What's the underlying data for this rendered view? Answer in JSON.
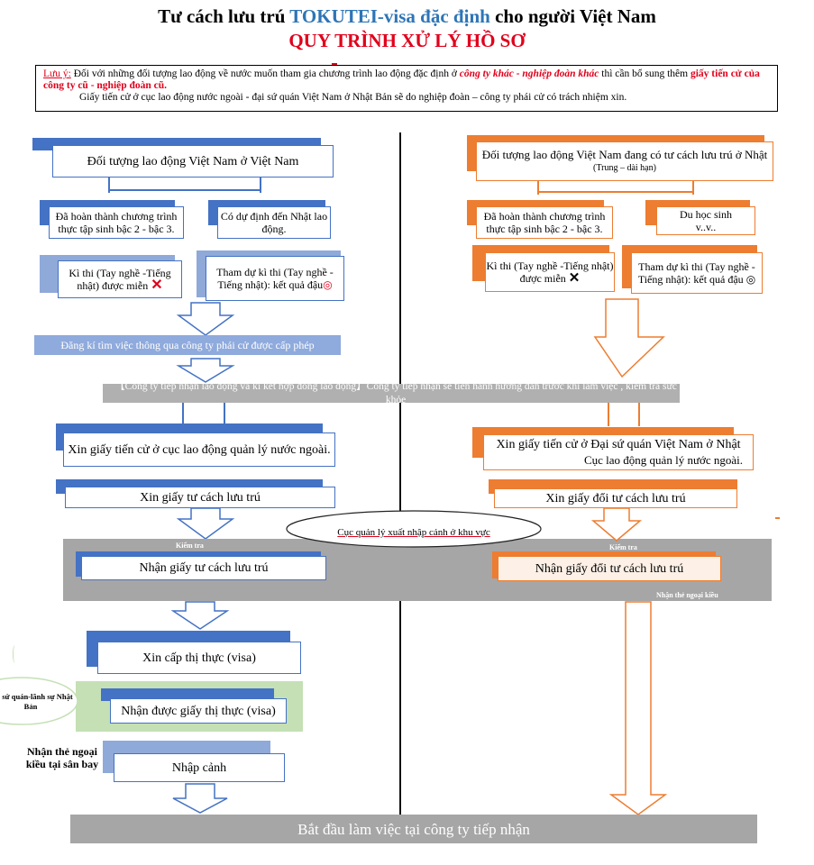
{
  "header": {
    "title_pre": "Tư cách lưu trú ",
    "title_hl": "TOKUTEI-visa đặc định",
    "title_post": " cho người Việt Nam",
    "subtitle": "QUY TRÌNH XỬ LÝ HỒ SƠ"
  },
  "note": {
    "label": "Lưu ý:",
    "t1": " Đối với những đối tượng lao động về nước muốn tham gia chương trình lao động đặc định ở ",
    "t2": "công ty khác - nghiệp đoàn khác",
    "t3": " thì cần bổ sung thêm ",
    "t4": "giấy tiến cử của công ty cũ - nghiệp đoàn cũ.",
    "t5": "Giấy tiến cử ở cục lao động nước ngoài - đại sứ quán Việt Nam ở Nhật Bản sẽ do nghiệp đoàn – công ty phái cử có trách nhiệm xin."
  },
  "left": {
    "top": "Đối tượng lao động Việt Nam ở Việt Nam",
    "b1": "Đã hoàn thành chương trình thực tập sinh bậc 2 - bậc 3.",
    "b2": "Có dự định đến Nhật lao động.",
    "b3": "Kì thi (Tay nghề -Tiếng nhật) được miễn",
    "b3_mark": "✕",
    "b4": "Tham dự kì thi (Tay nghề -Tiếng nhật): kết quả đậu",
    "b4_mark": "◎",
    "register": "Đăng kí tìm việc thông qua công ty phái cử được cấp phép",
    "apply_ref": "Xin giấy tiến cử ở cục lao động quản lý nước ngoài.",
    "apply_status": "Xin giấy tư cách lưu trú",
    "check": "Kiểm tra",
    "receive_status": "Nhận giấy tư cách lưu trú",
    "visa_apply": "Xin cấp thị thực (visa)",
    "embassy": "Đại sứ quán-lãnh sự Nhật Bản",
    "visa_receive": "Nhận được giấy thị thực (visa)",
    "airport": "Nhận thẻ ngoại kiều tại sân bay",
    "entry": "Nhập cảnh"
  },
  "center": {
    "banner": "【Công ty tiếp nhận lao động và kí kết hợp đồng lao động】Công ty tiếp nhận sẽ tiến hành hướng dẫn trước khi làm việc , kiểm tra sức khỏe",
    "immigration": "Cục quản lý xuất nhập cảnh ở khu vực",
    "final": "Bắt đầu làm việc tại công ty tiếp nhận"
  },
  "right": {
    "top": "Đối tượng lao động Việt Nam đang có tư cách lưu trú ở Nhật",
    "top_sub": "(Trung – dài hạn)",
    "b1": "Đã hoàn thành chương trình thực tập sinh bậc 2 - bậc 3.",
    "b2a": "Du học sinh",
    "b2b": "v..v..",
    "b3": "Kì thi (Tay nghề -Tiếng nhật) được miễn",
    "b3_mark": "✕",
    "b4": "Tham dự kì thi (Tay nghề -Tiếng nhật): kết quả đậu",
    "b4_mark": "◎",
    "apply_ref1": "Xin giấy tiến cử ở Đại sứ quán Việt Nam ở Nhật",
    "apply_ref2": "Cục lao động quản lý nước ngoài.",
    "apply_change": "Xin giấy đổi tư cách lưu trú",
    "check": "Kiểm tra",
    "receive_change": "Nhận giấy đổi tư cách lưu trú",
    "card": "Nhận thẻ ngoại kiều"
  }
}
